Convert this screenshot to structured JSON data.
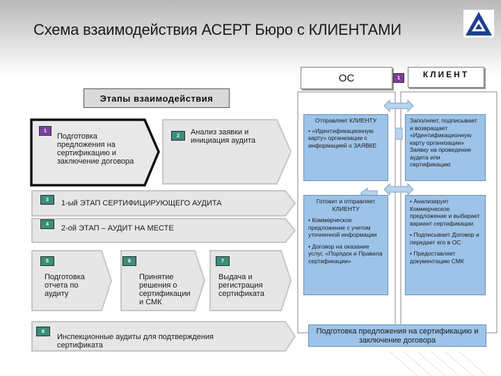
{
  "title": "Схема взаимодействия АСЕРТ Бюро с КЛИЕНТАМИ",
  "header": {
    "os": "ОС",
    "client": "КЛИЕНТ",
    "badge": "1"
  },
  "stages_label": "Этапы взаимодействия",
  "stages": [
    {
      "num": "1",
      "text": "Подготовка предложения на сертификацию и заключение договора"
    },
    {
      "num": "2",
      "text": "Анализ заявки и инициация аудита"
    },
    {
      "num": "3",
      "text": "1-ый ЭТАП СЕРТИФИЦИРУЮЩЕГО АУДИТА"
    },
    {
      "num": "4",
      "text": "2-ой ЭТАП – АУДИТ НА МЕСТЕ"
    },
    {
      "num": "5",
      "text": "Подготовка отчета по аудиту"
    },
    {
      "num": "6",
      "text": "Принятие решения о сертификации и СМК"
    },
    {
      "num": "7",
      "text": "Выдача и регистрация сертификата"
    },
    {
      "num": "8",
      "text": "Инспекционные аудиты для подтверждения сертификата"
    }
  ],
  "os_boxes": [
    {
      "head": "Отправляет КЛИЕНТУ",
      "items": [
        "«Идентификационную карту» организации с информацией о ЗАЯВКЕ"
      ]
    },
    {
      "head": "Готовит и отправляет КЛИЕНТУ",
      "items": [
        "Коммерческое предложение с учетом уточненной информации",
        "Договор на оказание услуг, «Порядок и Правила сертификации»"
      ]
    }
  ],
  "client_boxes": [
    {
      "text": "Заполняет, подписывает и возвращает «Идентификационную карту организации» Заявку на проведение аудита или сертификацию"
    },
    {
      "items": [
        "Анализирует Коммерческое предложение и выбирает вариант сертификации",
        "Подписывает Договор и передает его в ОС",
        "Предоставляет документацию СМК"
      ]
    }
  ],
  "bottom_box": "Подготовка предложения на сертификацию и заключение договора",
  "colors": {
    "stage_fill": "#e6e6e6",
    "stage_border": "#c4c4c4",
    "active_border": "#111111",
    "stage_badge": "#3a8e7a",
    "blue_box": "#9dc3e8",
    "purple_badge": "#7b3fa0"
  }
}
